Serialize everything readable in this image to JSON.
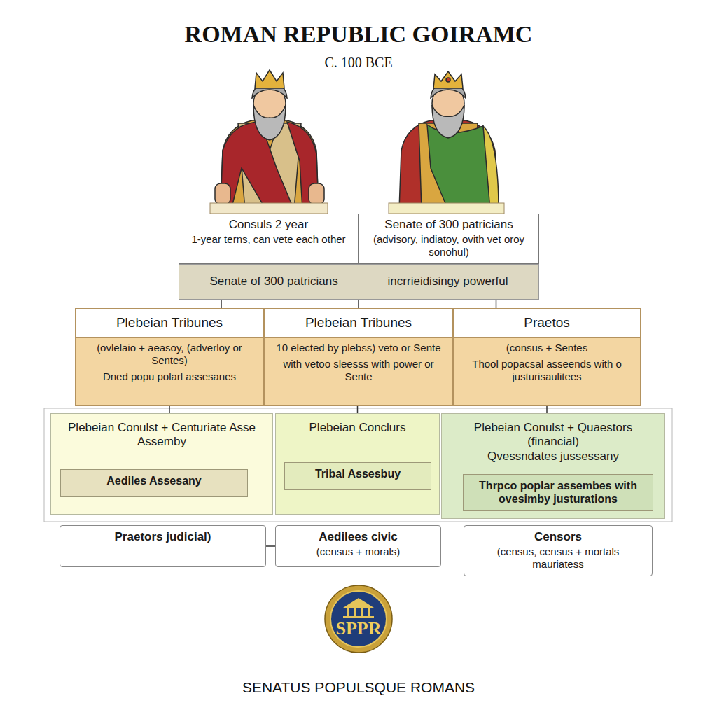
{
  "diagram": {
    "title": "ROMAN REPUBLIC GOIRAMC",
    "caption": "SENATUS POPULSQUE ROMANS",
    "nodes": [
      {
        "text": [
          "Consuls 2 year",
          "1-year terns, can vete each other"
        ]
      },
      {
        "text": [
          "Senate of 300 patricians",
          "(advisory, indiatoy, ovith vet oroy sonohul)"
        ]
      },
      {
        "text": [
          "Senate of 300 patricians",
          "incrrieidisingy powerful"
        ]
      },
      {
        "text": [
          "Plebeian Tribunes",
          "(ovlelaio + aeasoy, (adverloy or Sentes)",
          "Dned popu polarl assesanes"
        ]
      },
      {
        "text": [
          "Plebeian Tribunes",
          "10 elected by plebss) veto or Sente",
          "with vetoo sleesss with power or Sente"
        ]
      },
      {
        "text": [
          "Praetos",
          "(consus + Sentes",
          "Thool popacsal asseends with o justurisaulitees"
        ]
      },
      {
        "text": [
          "Plebeian Conulst + Centuriate Asse Assemby"
        ]
      },
      {
        "text": [
          "Aediles Assesany"
        ],
        "in": 6
      },
      {
        "text": [
          "Plebeian Conclurs"
        ]
      },
      {
        "text": [
          "Tribal Assesbuy"
        ],
        "in": 8
      },
      {
        "text": [
          "Plebeian Conulst + Quaestors (financial)",
          "Qvessndates jussessany"
        ]
      },
      {
        "text": [
          "Thrpco poplar assembes with ovesimby justurations"
        ],
        "in": 10
      },
      {
        "text": [
          "Praetors judicial)"
        ]
      },
      {
        "text": [
          "Aedilees civic",
          "(census + morals)"
        ]
      },
      {
        "text": [
          "Censors",
          "(census, census + mortals mauriatess"
        ]
      },
      {
        "text": [
          "SPPR"
        ]
      }
    ],
    "edges": [
      {
        "from": 2,
        "to": 3,
        "arrow": "none"
      },
      {
        "from": 2,
        "to": 4,
        "arrow": "none"
      },
      {
        "from": 2,
        "to": 5,
        "arrow": "none"
      },
      {
        "from": 3,
        "to": 6,
        "arrow": "none"
      },
      {
        "from": 4,
        "to": 8,
        "arrow": "none"
      },
      {
        "from": 5,
        "to": 10,
        "arrow": "none"
      },
      {
        "from": 12,
        "to": 13,
        "arrow": "none"
      }
    ],
    "labels": [
      "C. 100 BCE"
    ]
  }
}
